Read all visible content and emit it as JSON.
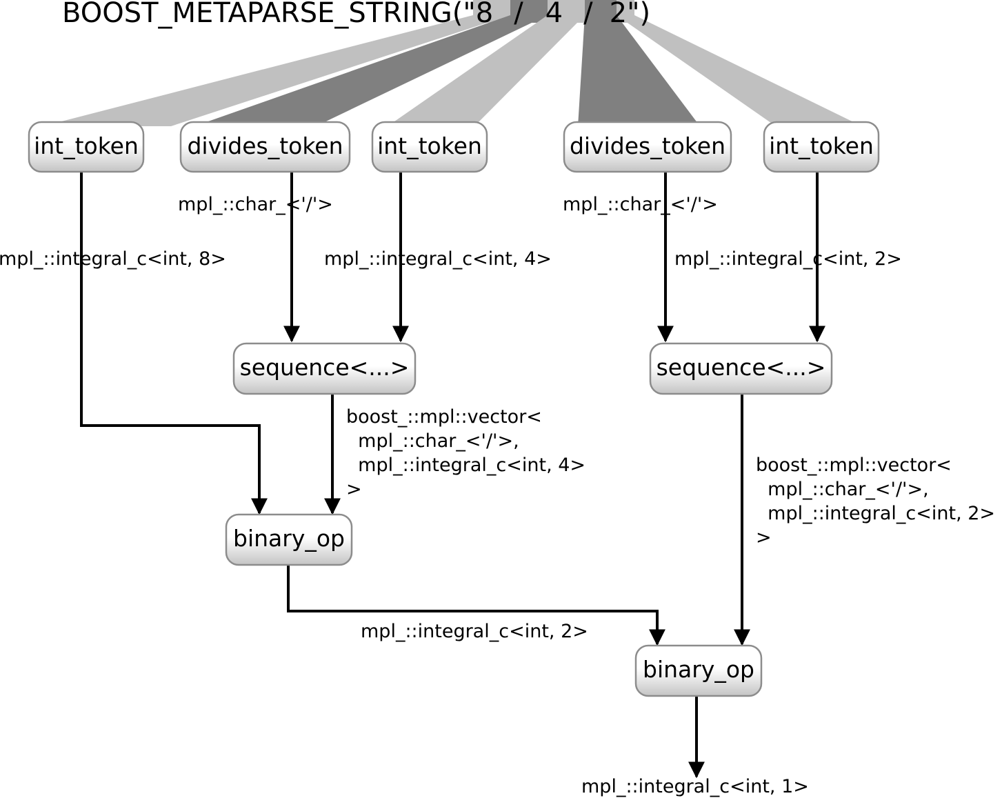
{
  "source": {
    "prefix": "BOOST_METAPARSE_STRING(\"",
    "chars": [
      "8",
      "/",
      "4",
      "/",
      "2"
    ],
    "suffix": "\")"
  },
  "colors": {
    "band_light": "#c0c0c0",
    "band_dark": "#808080",
    "node_top": "#ffffff",
    "node_bottom": "#c8c8c8",
    "node_border": "#8c8c8c",
    "edge": "#000000"
  },
  "nodes": {
    "int_token_1": "int_token",
    "divides_token_1": "divides_token",
    "int_token_2": "int_token",
    "divides_token_2": "divides_token",
    "int_token_3": "int_token",
    "sequence_1": "sequence<...>",
    "sequence_2": "sequence<...>",
    "binary_op_1": "binary_op",
    "binary_op_2": "binary_op"
  },
  "edges": {
    "int_token_1_out": "mpl_::integral_c<int, 8>",
    "divides_token_1_out": "mpl_::char_<'/'>",
    "int_token_2_out": "mpl_::integral_c<int, 4>",
    "divides_token_2_out": "mpl_::char_<'/'>",
    "int_token_3_out": "mpl_::integral_c<int, 2>",
    "sequence_1_out": [
      "boost_::mpl::vector<",
      "  mpl_::char_<'/'>,",
      "  mpl_::integral_c<int, 4>",
      ">"
    ],
    "sequence_2_out": [
      "boost_::mpl::vector<",
      "  mpl_::char_<'/'>,",
      "  mpl_::integral_c<int, 2>",
      ">"
    ],
    "binary_op_1_out": "mpl_::integral_c<int, 2>",
    "result": "mpl_::integral_c<int, 1>"
  }
}
